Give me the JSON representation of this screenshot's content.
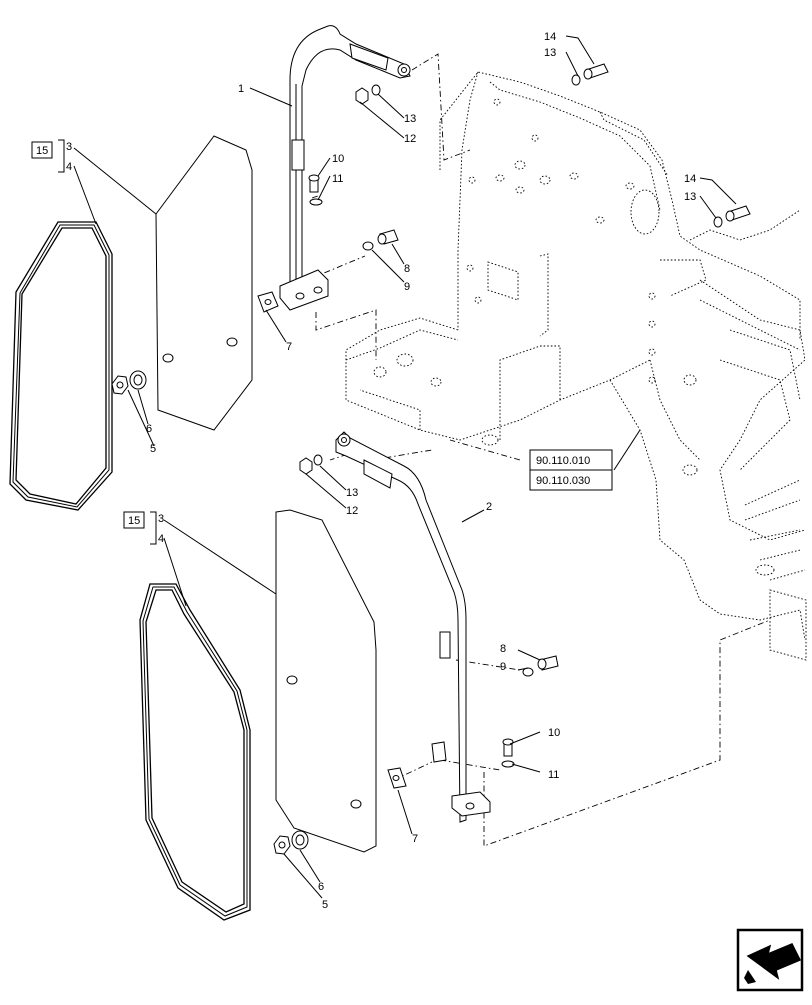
{
  "callouts": {
    "c1": "1",
    "c2": "2",
    "c3a": "3",
    "c4a": "4",
    "c3b": "3",
    "c4b": "4",
    "c5a": "5",
    "c6a": "6",
    "c5b": "5",
    "c6b": "6",
    "c7a": "7",
    "c7b": "7",
    "c8a": "8",
    "c9a": "9",
    "c8b": "8",
    "c9b": "9",
    "c10a": "10",
    "c11a": "11",
    "c10b": "10",
    "c11b": "11",
    "c12a": "12",
    "c13a": "13",
    "c12b": "12",
    "c13b": "13",
    "c14a": "14",
    "c13c": "13",
    "c14b": "14",
    "c13d": "13"
  },
  "group_refs": {
    "kit_top": "15",
    "kit_bottom": "15"
  },
  "cross_refs": {
    "ref_a": "90.110.010",
    "ref_b": "90.110.030"
  },
  "nav": {
    "icon": "next-page-arrow-icon"
  }
}
